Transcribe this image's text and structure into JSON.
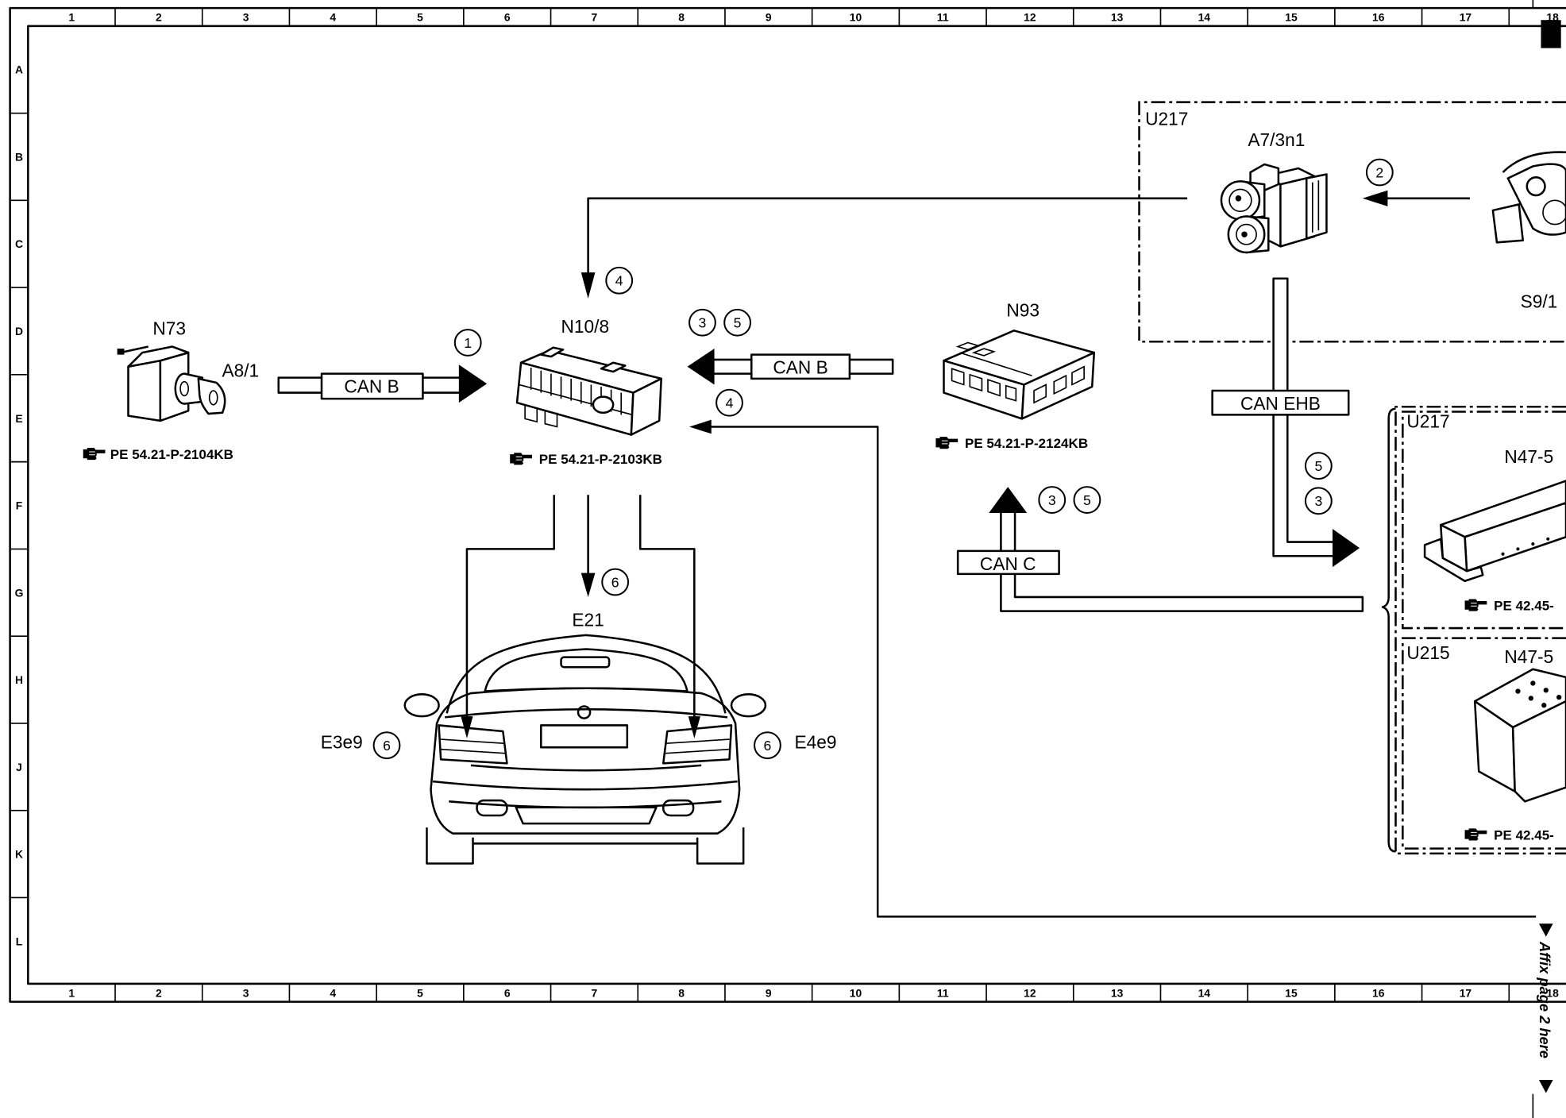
{
  "grid": {
    "columns": [
      "1",
      "2",
      "3",
      "4",
      "5",
      "6",
      "7",
      "8",
      "9",
      "10",
      "11",
      "12",
      "13",
      "14",
      "15",
      "16",
      "17",
      "18"
    ],
    "rows": [
      "A",
      "B",
      "C",
      "D",
      "E",
      "F",
      "G",
      "H",
      "J",
      "K",
      "L"
    ]
  },
  "components": {
    "n73": {
      "label": "N73",
      "sub_label": "A8/1",
      "reference": "PE 54.21-P-2104KB"
    },
    "n10_8": {
      "label": "N10/8",
      "reference": "PE 54.21-P-2103KB"
    },
    "n93": {
      "label": "N93",
      "reference": "PE 54.21-P-2124KB"
    },
    "e21": {
      "label": "E21"
    },
    "e3e9": {
      "label": "E3e9"
    },
    "e4e9": {
      "label": "E4e9"
    },
    "a7_3n1": {
      "label": "A7/3n1"
    },
    "s9_1": {
      "label": "S9/1"
    },
    "n47_5_upper": {
      "label": "N47-5",
      "reference": "PE 42.45-"
    },
    "n47_5_lower": {
      "label": "N47-5",
      "reference": "PE 42.45-"
    }
  },
  "groups": {
    "u217_top": "U217",
    "u217_right": "U217",
    "u215_right": "U215"
  },
  "buses": {
    "can_b_left": "CAN B",
    "can_b_right": "CAN B",
    "can_c": "CAN C",
    "can_ehb": "CAN EHB"
  },
  "steps": {
    "circle_can_b_left": "1",
    "circle_above_n10_8": "4",
    "circle_can_b_right_a": "3",
    "circle_can_b_right_b": "5",
    "circle_lower_input": "4",
    "circle_e21": "6",
    "circle_e3e9": "6",
    "circle_e4e9": "6",
    "circle_s9_1": "2",
    "circle_can_ehb_a": "5",
    "circle_can_ehb_b": "3",
    "circle_can_c_a": "3",
    "circle_can_c_b": "5"
  },
  "side_note": "Affix page 2 here",
  "icons": {
    "reference": "pointing-hand-icon",
    "page_marker": "black-square-marker",
    "side_note_marker": "triangle-marker-icon"
  },
  "colors": {
    "ink": "#000000",
    "paper": "#ffffff"
  }
}
